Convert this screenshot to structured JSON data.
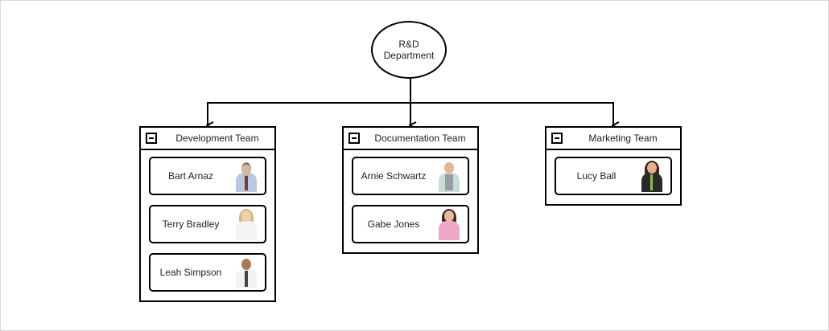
{
  "diagram": {
    "root": {
      "label_line1": "R&D",
      "label_line2": "Department"
    },
    "teams": [
      {
        "title": "Development Team",
        "collapsed": false,
        "members": [
          {
            "name": "Bart Arnaz",
            "photo": "man-shirt-tie"
          },
          {
            "name": "Terry Bradley",
            "photo": "woman-blonde"
          },
          {
            "name": "Leah Simpson",
            "photo": "man-white-shirt-tie"
          }
        ]
      },
      {
        "title": "Documentation Team",
        "collapsed": false,
        "members": [
          {
            "name": "Arnie Schwartz",
            "photo": "man-bald-tshirt"
          },
          {
            "name": "Gabe Jones",
            "photo": "woman-dark-hair-pink"
          }
        ]
      },
      {
        "title": "Marketing Team",
        "collapsed": false,
        "members": [
          {
            "name": "Lucy Ball",
            "photo": "woman-dark-suit"
          }
        ]
      }
    ],
    "colors": {
      "stroke": "#000000",
      "text": "#222222",
      "background": "#ffffff",
      "frame": "#d8d8d8"
    }
  }
}
